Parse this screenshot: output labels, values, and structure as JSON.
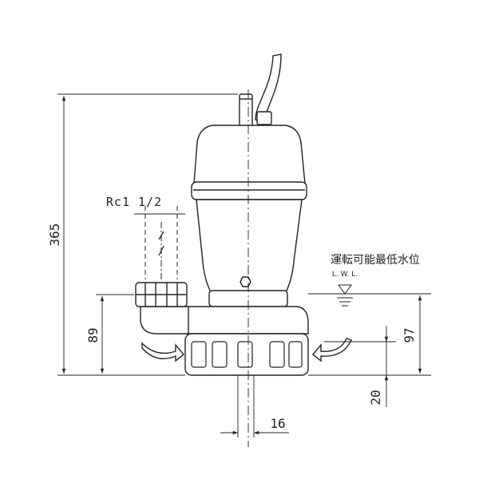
{
  "drawing": {
    "dimensions": {
      "overall_height": "365",
      "discharge_height": "89",
      "suction_height": "97",
      "bottom_clearance": "20",
      "bottom_width": "16"
    },
    "discharge_thread": "Rc1 1/2",
    "water_level": {
      "label_jp": "運転可能最低水位",
      "label_abbr": "L. W. L."
    }
  }
}
